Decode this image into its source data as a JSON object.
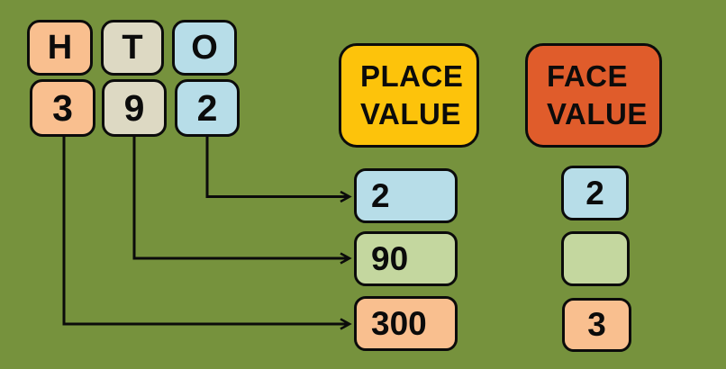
{
  "diagram": {
    "description": "place value vs face value diagram",
    "number_columns": [
      {
        "header": "H",
        "digit": "3",
        "color": "#F9BF8F"
      },
      {
        "header": "T",
        "digit": "9",
        "color": "#DDD9C3"
      },
      {
        "header": "O",
        "digit": "2",
        "color": "#B7DDE8"
      }
    ],
    "place_value": {
      "title_line1": "PLACE",
      "title_line2": "VALUE",
      "header_color": "#FDC30B",
      "items": [
        {
          "value": "2",
          "color": "#B7DDE8"
        },
        {
          "value": "90",
          "color": "#C4D79F"
        },
        {
          "value": "300",
          "color": "#F9BF8F"
        }
      ]
    },
    "face_value": {
      "title_line1": "FACE",
      "title_line2": "VALUE",
      "header_color": "#E05C2B",
      "items": [
        {
          "value": "2",
          "color": "#B7DDE8"
        },
        {
          "value": "",
          "color": "#C4D79F"
        },
        {
          "value": "3",
          "color": "#F9BF8F"
        }
      ]
    },
    "colors": {
      "background": "#76923D",
      "outline": "#0B0B0B"
    }
  }
}
